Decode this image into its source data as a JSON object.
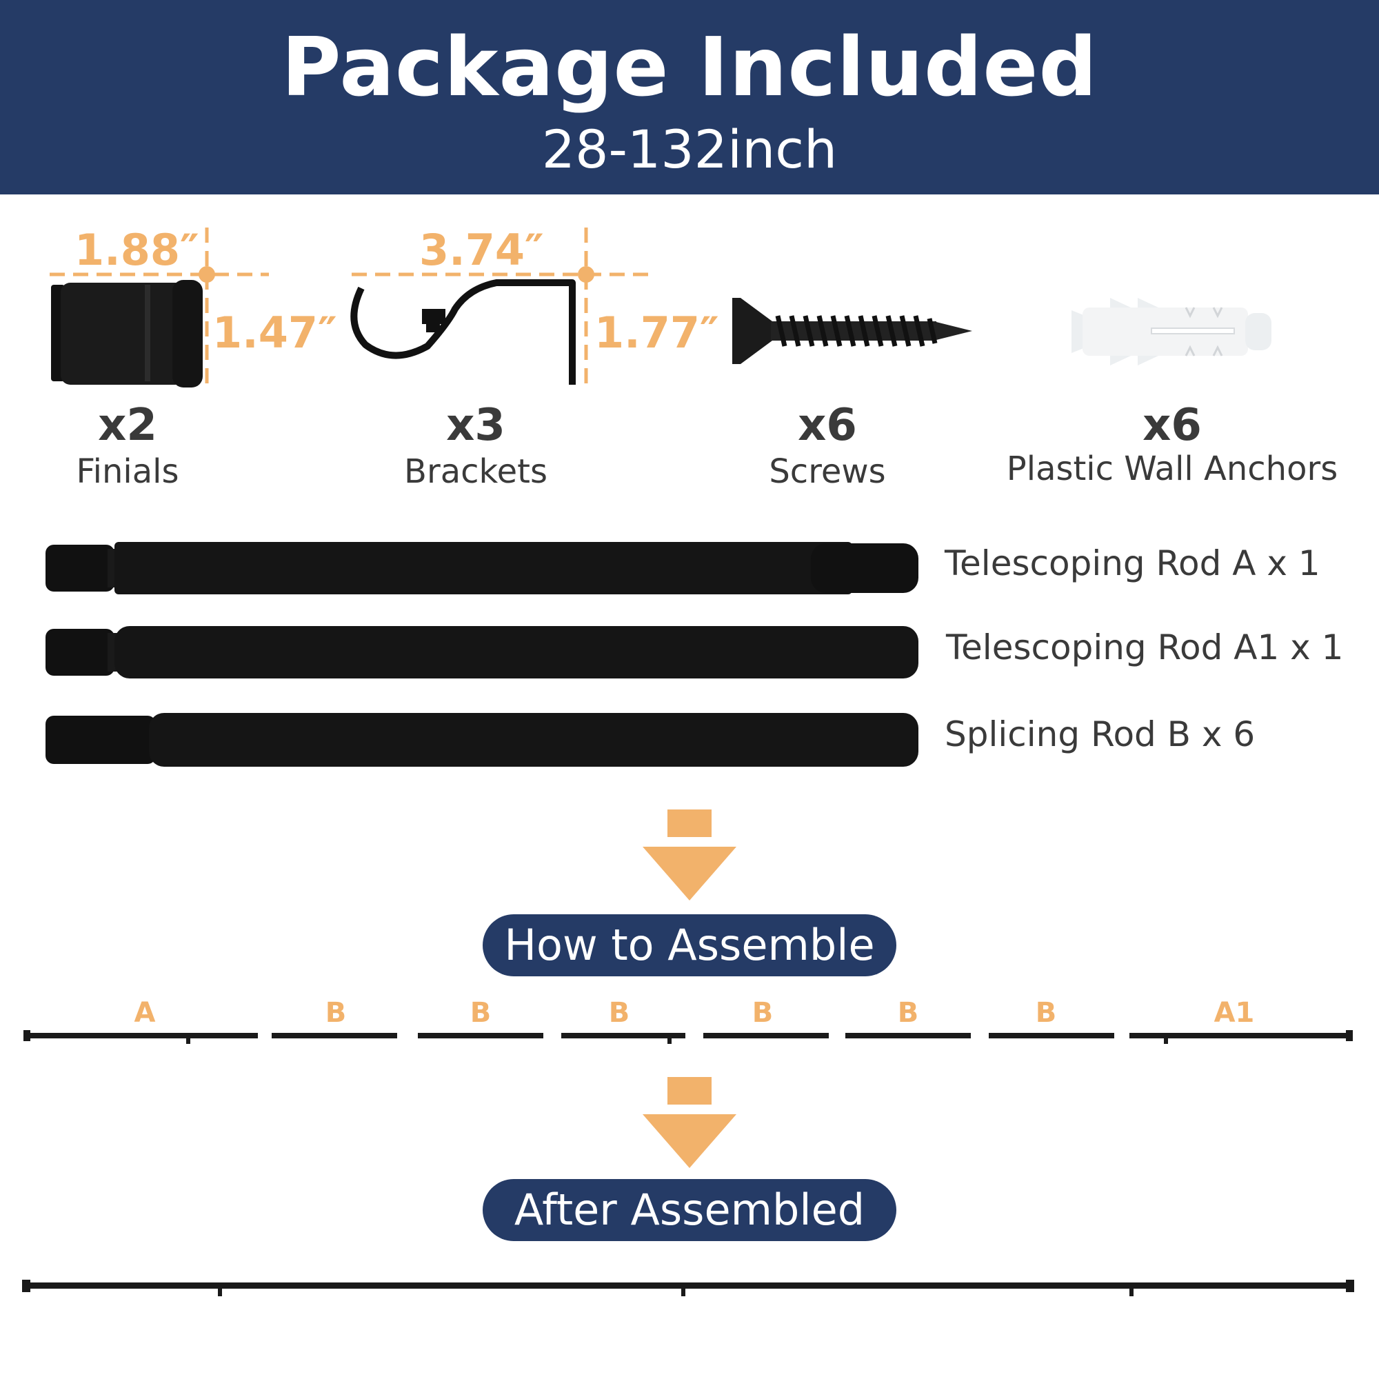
{
  "header": {
    "title": "Package Included",
    "subtitle": "28-132inch"
  },
  "colors": {
    "navy": "#253b66",
    "orange": "#f2b26b",
    "text": "#3a3a3a",
    "black": "#111111"
  },
  "items": [
    {
      "icon": "finial-icon",
      "qty": "x2",
      "name": "Finials",
      "dims": [
        "1.88″",
        "1.47″"
      ]
    },
    {
      "icon": "bracket-icon",
      "qty": "x3",
      "name": "Brackets",
      "dims": [
        "3.74″",
        "1.77″"
      ]
    },
    {
      "icon": "screw-icon",
      "qty": "x6",
      "name": "Screws"
    },
    {
      "icon": "wall-anchor-icon",
      "qty": "x6",
      "name": "Plastic Wall Anchors"
    }
  ],
  "rods": [
    {
      "label": "Telescoping Rod A x 1"
    },
    {
      "label": "Telescoping Rod A1 x 1"
    },
    {
      "label": "Splicing Rod B x 6"
    }
  ],
  "assemble": {
    "label": "How to Assemble",
    "segments": [
      "A",
      "B",
      "B",
      "B",
      "B",
      "B",
      "B",
      "A1"
    ]
  },
  "assembled": {
    "label": "After Assembled"
  }
}
